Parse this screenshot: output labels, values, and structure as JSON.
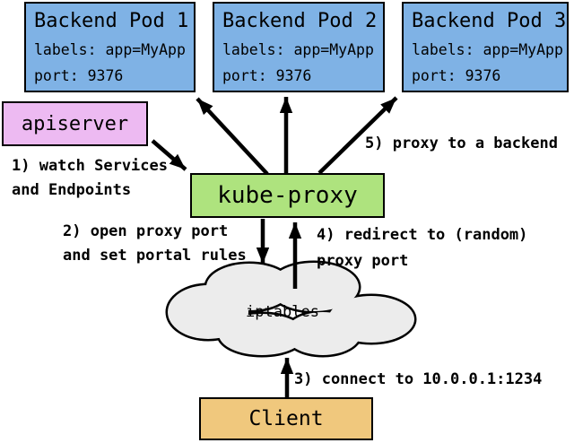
{
  "colors": {
    "pod_fill": "#7FB2E5",
    "apiserver_fill": "#EDBAF2",
    "kube_proxy_fill": "#AEE37E",
    "cloud_fill": "#ECECEC",
    "client_fill": "#F0C87D",
    "outline": "#000000",
    "background": "#FFFFFF"
  },
  "pods": [
    {
      "title": "Backend Pod 1",
      "labels_line": "labels: app=MyApp",
      "port_line": "port: 9376"
    },
    {
      "title": "Backend Pod 2",
      "labels_line": "labels: app=MyApp",
      "port_line": "port: 9376"
    },
    {
      "title": "Backend Pod 3",
      "labels_line": "labels: app=MyApp",
      "port_line": "port: 9376"
    }
  ],
  "nodes": {
    "apiserver": "apiserver",
    "kube_proxy": "kube-proxy",
    "iptables": "iptables",
    "client": "Client"
  },
  "annotations": {
    "step1": "1) watch Services\nand Endpoints",
    "step2": "2) open proxy port\nand set portal rules",
    "step3": "3) connect to 10.0.0.1:1234",
    "step4": "4) redirect to (random)\nproxy port",
    "step5": "5) proxy to a backend"
  }
}
